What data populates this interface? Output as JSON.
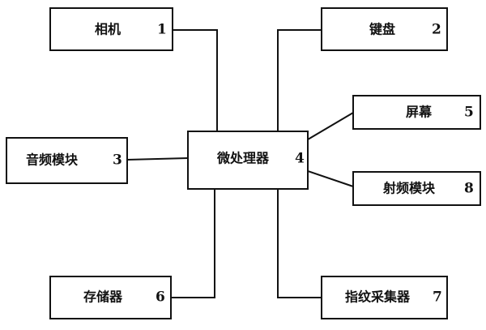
{
  "blocks": {
    "camera": {
      "label": "相机",
      "number": "1"
    },
    "keyboard": {
      "label": "键盘",
      "number": "2"
    },
    "audio": {
      "label": "音频模块",
      "number": "3"
    },
    "cpu": {
      "label": "微处理器",
      "number": "4"
    },
    "screen": {
      "label": "屏幕",
      "number": "5"
    },
    "storage": {
      "label": "存储器",
      "number": "6"
    },
    "fingerprint": {
      "label": "指纹采集器",
      "number": "7"
    },
    "rf": {
      "label": "射频模块",
      "number": "8"
    }
  }
}
